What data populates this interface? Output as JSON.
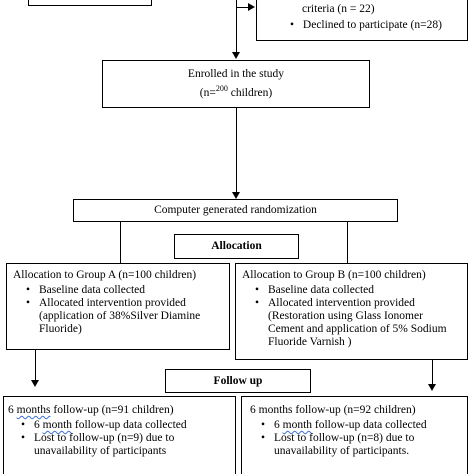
{
  "exclusion": {
    "line_criteria": "criteria (n = 22)",
    "declined": "Declined to participate (n=28)"
  },
  "enrolled": {
    "line1": "Enrolled in the study",
    "prefix": "(n=",
    "count": "200",
    "suffix": " children)"
  },
  "randomization": {
    "label": "Computer generated randomization"
  },
  "allocation": {
    "label": "Allocation"
  },
  "group_a": {
    "title": "Allocation to Group A (n=100 children)",
    "items": [
      "Baseline data collected",
      "Allocated intervention provided (application of 38%Silver Diamine Fluoride)"
    ]
  },
  "group_b": {
    "title": "Allocation to Group B (n=100 children)",
    "items": [
      "Baseline data collected",
      "Allocated intervention provided (Restoration using Glass Ionomer Cement and application of 5% Sodium Fluoride Varnish )"
    ]
  },
  "follow_up": {
    "label": "Follow up"
  },
  "followup_a": {
    "title_prefix": "6 ",
    "title_word": "months",
    "title_suffix": " follow-up (n=91 children)",
    "item1_prefix": "6 ",
    "item1_word": "month",
    "item1_suffix": " follow-up data collected",
    "item2": "Lost to follow-up (n=9) due to unavailability of participants"
  },
  "followup_b": {
    "title": "6 months follow-up (n=92 children)",
    "item1_prefix": "6 ",
    "item1_word": "month",
    "item1_suffix": " follow-up data collected",
    "item2": "Lost to follow-up (n=8) due to unavailability of participants."
  }
}
